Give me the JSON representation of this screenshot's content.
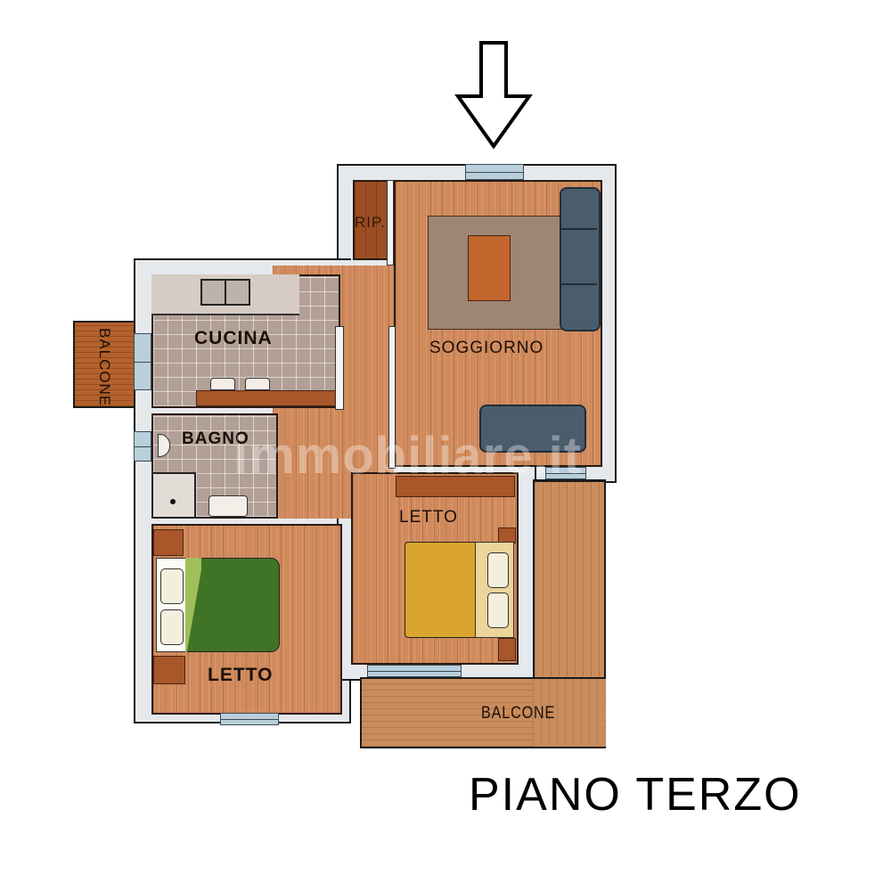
{
  "plan": {
    "title": "PIANO TERZO",
    "entrance_icon": "down-arrow-icon",
    "watermark": "immobiliare.it",
    "rooms": {
      "ripostiglio": "RIP.",
      "soggiorno": "SOGGIORNO",
      "cucina": "CUCINA",
      "bagno": "BAGNO",
      "letto_1": "LETTO",
      "letto_2": "LETTO",
      "balcone_left": "BALCONE",
      "balcone_right": "BALCONE"
    },
    "colors": {
      "wall": "#e6e9ec",
      "wood_floor": "#d08a5c",
      "tile_floor": "#b29f95",
      "sofa": "#4a5d6c",
      "rug": "#9e8574",
      "bed_green": "#3f7426",
      "bed_yellow": "#d9a52c"
    }
  }
}
